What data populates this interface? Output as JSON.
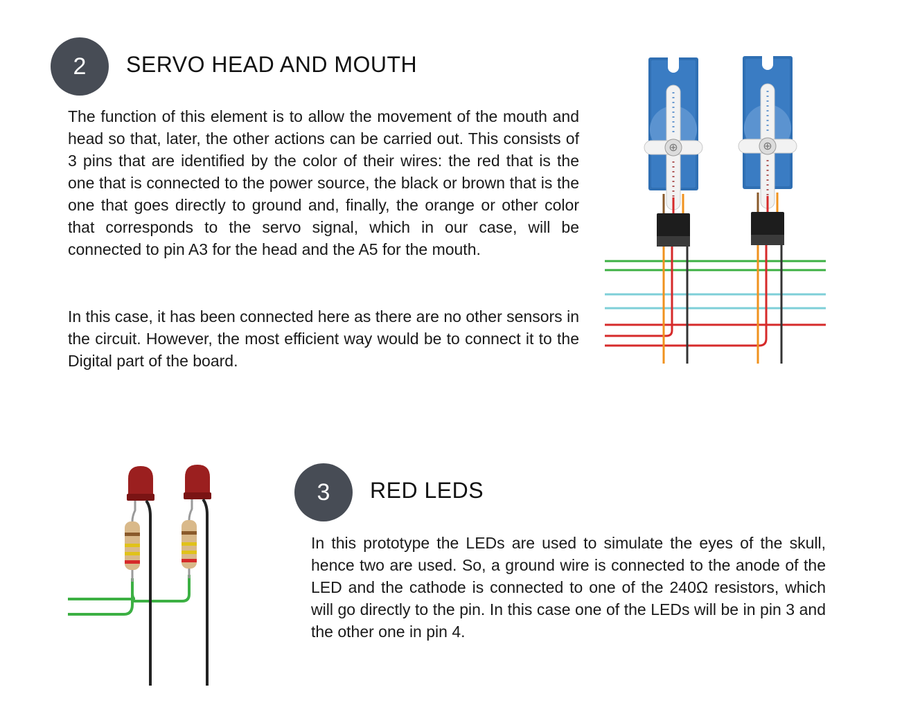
{
  "sections": [
    {
      "number": "2",
      "title": "SERVO HEAD AND MOUTH",
      "paragraphs": [
        "The function of this element is to allow the movement of  the mouth and head so that, later, the other actions can be carried out. This consists of 3 pins that are identified by the color of their wires: the red that is the one that is connected to the power source, the black or brown that is the one that goes directly to ground and, finally, the orange or other color that corresponds to the servo signal, which in our case, will be connected to pin A3 for the head and the A5 for the mouth.",
        "In this case, it has been connected here as there are no other sensors in the circuit. However, the most efficient way would be to connect it to the Digital part of the board."
      ]
    },
    {
      "number": "3",
      "title": "RED LEDS",
      "paragraphs": [
        "In this prototype the LEDs are used to simulate the eyes of the skull, hence two are used. So, a ground wire is connected to the anode of the LED and the cathode is connected to one of the 240Ω resistors, which will go directly to the pin. In this case one of the LEDs will be in pin 3 and the other one in pin 4."
      ]
    }
  ],
  "colors": {
    "badge": "#474c55",
    "servo_body": "#2f6fb3",
    "wire_green": "#3cb043",
    "wire_cyan": "#7ecfd8",
    "wire_red": "#d62a2a",
    "wire_orange": "#f0921e",
    "wire_black": "#333333",
    "led_red": "#9b1f1f"
  }
}
